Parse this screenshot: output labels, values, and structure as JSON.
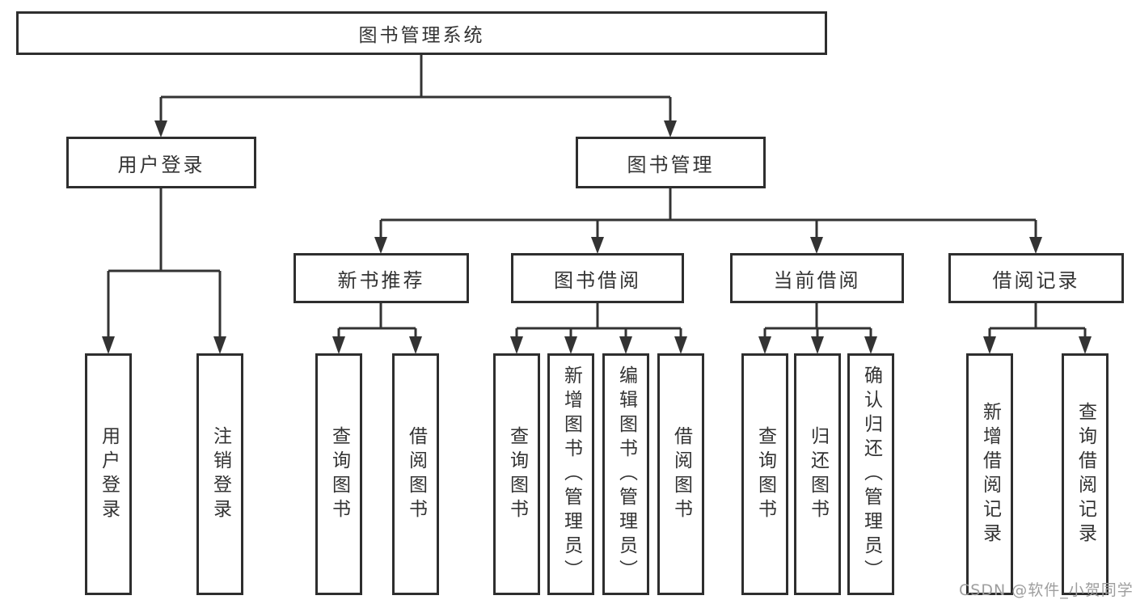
{
  "tree": {
    "root": {
      "label": "图书管理系统",
      "children": [
        {
          "label": "用户登录",
          "children": [
            {
              "label": "用户登录"
            },
            {
              "label": "注销登录"
            }
          ]
        },
        {
          "label": "图书管理",
          "children": [
            {
              "label": "新书推荐",
              "children": [
                {
                  "label": "查询图书"
                },
                {
                  "label": "借阅图书"
                }
              ]
            },
            {
              "label": "图书借阅",
              "children": [
                {
                  "label": "查询图书"
                },
                {
                  "label": "新增图书（管理员）"
                },
                {
                  "label": "编辑图书（管理员）"
                },
                {
                  "label": "借阅图书"
                }
              ]
            },
            {
              "label": "当前借阅",
              "children": [
                {
                  "label": "查询图书"
                },
                {
                  "label": "归还图书"
                },
                {
                  "label": "确认归还（管理员）"
                }
              ]
            },
            {
              "label": "借阅记录",
              "children": [
                {
                  "label": "新增借阅记录"
                },
                {
                  "label": "查询借阅记录"
                }
              ]
            }
          ]
        }
      ]
    }
  },
  "watermark": {
    "text": "CSDN @软件_小贺同学",
    "color": "#9e9e9e"
  },
  "colors": {
    "line": "#333333",
    "box_border": "#2e2e2e",
    "text": "#333333",
    "watermark": "#9e9e9e",
    "background": "#ffffff"
  }
}
